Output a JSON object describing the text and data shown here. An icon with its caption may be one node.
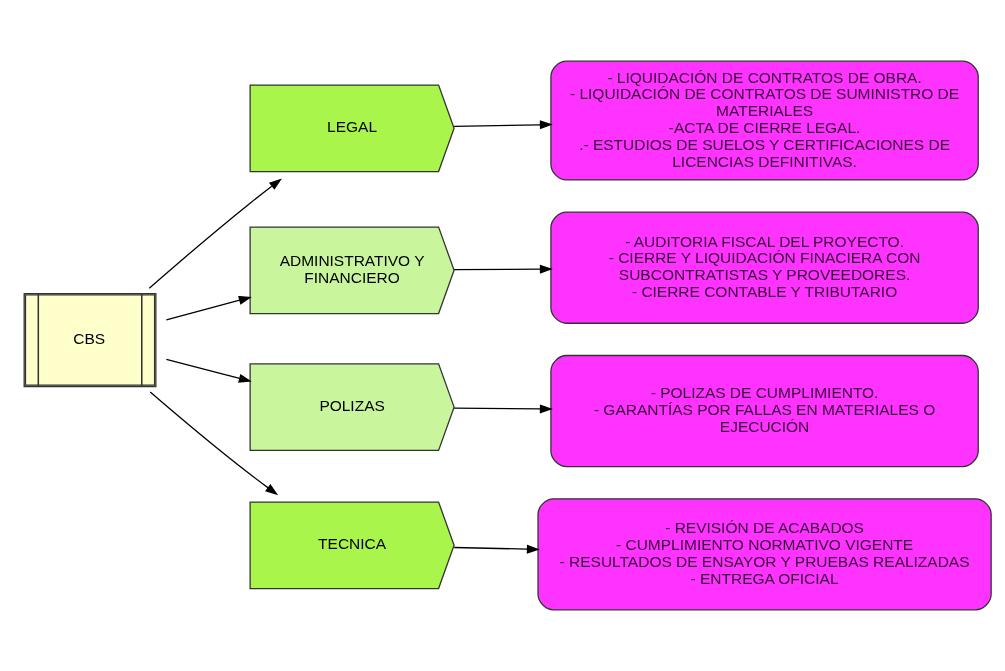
{
  "diagram": {
    "nodes": [
      {
        "text": [
          "CBS"
        ]
      },
      {
        "text": [
          "LEGAL"
        ]
      },
      {
        "text": [
          "ADMINISTRATIVO Y FINANCIERO"
        ]
      },
      {
        "text": [
          "POLIZAS"
        ]
      },
      {
        "text": [
          "TECNICA"
        ]
      },
      {
        "text": [
          "- LIQUIDACIÓN DE CONTRATOS DE OBRA.",
          "- LIQUIDACIÓN DE CONTRATOS DE SUMINISTRO DE MATERIALES",
          "-ACTA DE CIERRE LEGAL.",
          ".- ESTUDIOS DE SUELOS Y CERTIFICACIONES DE LICENCIAS DEFINITIVAS."
        ]
      },
      {
        "text": [
          "- AUDITORIA FISCAL DEL PROYECTO.",
          "- CIERRE Y LIQUIDACIÓN FINACIERA CON SUBCONTRATISTAS Y PROVEEDORES.",
          "- CIERRE CONTABLE Y TRIBUTARIO"
        ]
      },
      {
        "text": [
          "- POLIZAS DE CUMPLIMIENTO.",
          "- GARANTÍAS POR FALLAS EN MATERIALES O EJECUCIÓN"
        ]
      },
      {
        "text": [
          "- REVISIÓN DE ACABADOS",
          "- CUMPLIMIENTO NORMATIVO VIGENTE",
          "- RESULTADOS DE ENSAYOR Y PRUEBAS REALIZADAS",
          "- ENTREGA OFICIAL"
        ]
      }
    ],
    "edges": [
      {
        "from": 0,
        "to": 1,
        "arrow": "to"
      },
      {
        "from": 0,
        "to": 2,
        "arrow": "to"
      },
      {
        "from": 0,
        "to": 3,
        "arrow": "to"
      },
      {
        "from": 0,
        "to": 4,
        "arrow": "to"
      },
      {
        "from": 1,
        "to": 5,
        "arrow": "to"
      },
      {
        "from": 2,
        "to": 6,
        "arrow": "to"
      },
      {
        "from": 3,
        "to": 7,
        "arrow": "to"
      },
      {
        "from": 4,
        "to": 8,
        "arrow": "to"
      }
    ]
  }
}
